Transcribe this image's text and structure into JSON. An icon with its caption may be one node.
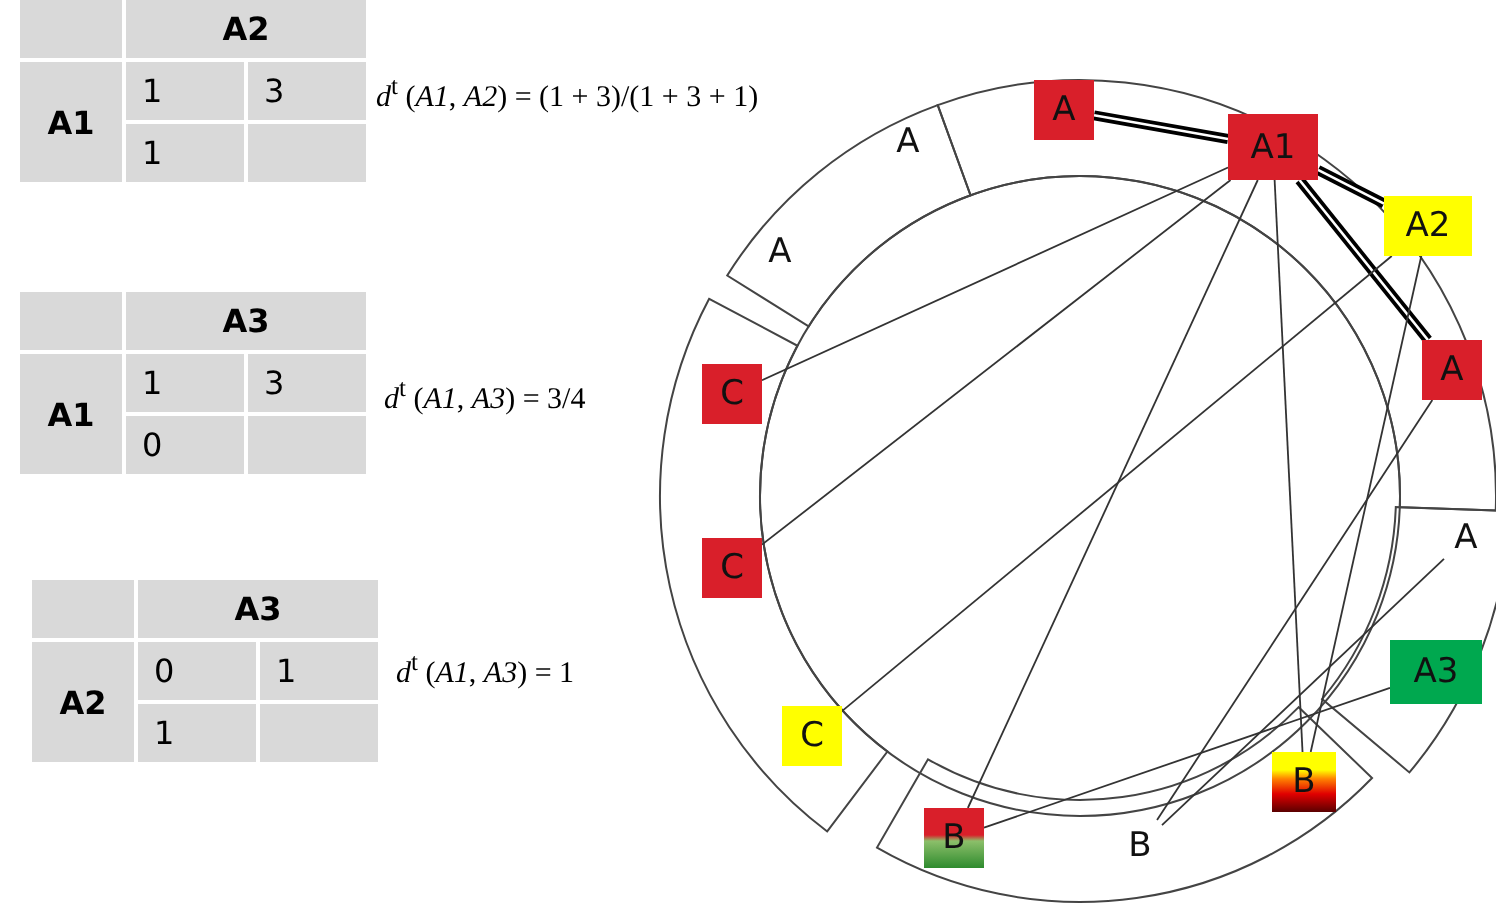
{
  "diagram": {
    "nodes": [
      {
        "text": [
          "A"
        ]
      },
      {
        "text": [
          "A1"
        ]
      },
      {
        "text": [
          "A2"
        ]
      },
      {
        "text": [
          "A"
        ]
      },
      {
        "text": [
          "A"
        ]
      },
      {
        "text": [
          "A"
        ]
      },
      {
        "text": [
          "C"
        ]
      },
      {
        "text": [
          "C"
        ]
      },
      {
        "text": [
          "C"
        ]
      },
      {
        "text": [
          "B"
        ]
      },
      {
        "text": [
          "B"
        ]
      },
      {
        "text": [
          "B"
        ]
      },
      {
        "text": [
          "A3"
        ]
      },
      {
        "text": [
          "A"
        ]
      }
    ],
    "edges": [
      {
        "from": 0,
        "to": 1,
        "arrow": "none",
        "style": "thick"
      },
      {
        "from": 1,
        "to": 2,
        "arrow": "none",
        "style": "thick"
      },
      {
        "from": 1,
        "to": 3,
        "arrow": "none",
        "style": "thick"
      },
      {
        "from": 1,
        "to": 6,
        "arrow": "none"
      },
      {
        "from": 1,
        "to": 7,
        "arrow": "none"
      },
      {
        "from": 1,
        "to": 9,
        "arrow": "none"
      },
      {
        "from": 1,
        "to": 11,
        "arrow": "none"
      },
      {
        "from": 2,
        "to": 8,
        "arrow": "none"
      },
      {
        "from": 2,
        "to": 11,
        "arrow": "none"
      },
      {
        "from": 3,
        "to": 10,
        "arrow": "none"
      },
      {
        "from": 13,
        "to": 10,
        "arrow": "none"
      },
      {
        "from": 12,
        "to": 9,
        "arrow": "none"
      }
    ],
    "labels": [
      "A2",
      "A1",
      "1",
      "3",
      "1",
      "*d*$^{t}$ (*A1*, *A2*) = (1 + 3)/(1 + 3 + 1)",
      "A3",
      "A1",
      "1",
      "3",
      "0",
      "*d*$^{t}$ (*A1*, *A3*) = 3/4",
      "A3",
      "A2",
      "0",
      "1",
      "1",
      "*d*$^{t}$ (*A1*, *A3*) = 1"
    ]
  }
}
